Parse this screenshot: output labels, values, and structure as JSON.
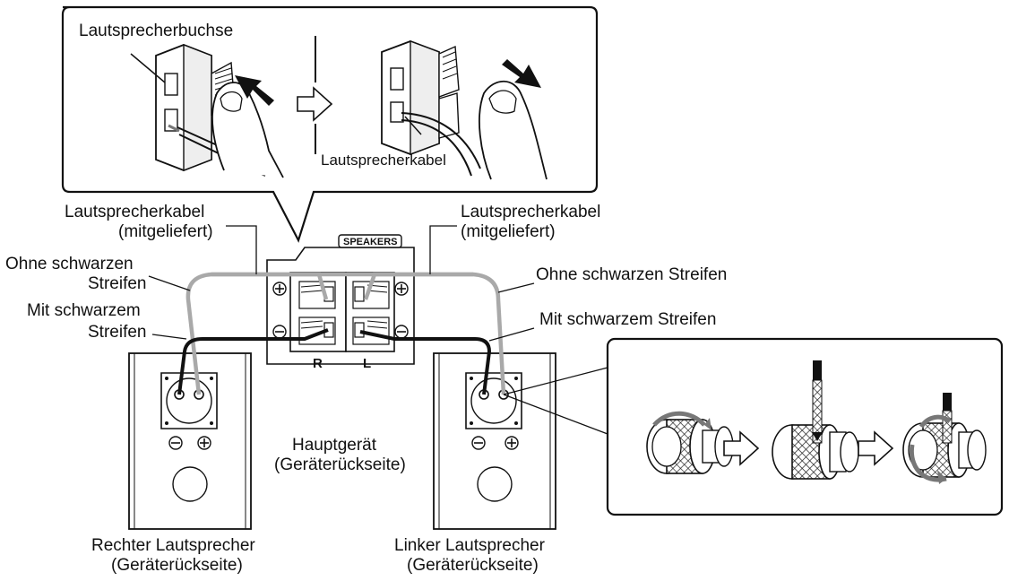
{
  "labels": {
    "jack": "Lautsprecherbuchse",
    "cable_inset": "Lautsprecherkabel",
    "cable_left_1": "Lautsprecherkabel",
    "cable_left_2": "(mitgeliefert)",
    "cable_right_1": "Lautsprecherkabel",
    "cable_right_2": "(mitgeliefert)",
    "no_stripe_left_1": "Ohne schwarzen",
    "no_stripe_left_2": "Streifen",
    "stripe_left_1": "Mit schwarzem",
    "stripe_left_2": "Streifen",
    "no_stripe_right": "Ohne schwarzen Streifen",
    "stripe_right": "Mit schwarzem Streifen",
    "speakers_panel": "SPEAKERS",
    "channel_r": "R",
    "channel_l": "L",
    "main_unit_1": "Hauptgerät",
    "main_unit_2": "(Geräterückseite)",
    "right_speaker_1": "Rechter Lautsprecher",
    "right_speaker_2": "(Geräterückseite)",
    "left_speaker_1": "Linker Lautsprecher",
    "left_speaker_2": "(Geräterückseite)",
    "plus": "+",
    "minus": "−"
  },
  "colors": {
    "line": "#111111",
    "gray_wire": "#a9a9a9",
    "black_wire": "#111111",
    "panel_fill": "#ffffff"
  },
  "icons": [
    "right-arrow-icon",
    "push-arrow-icon",
    "release-arrow-icon",
    "plus-terminal-icon",
    "minus-terminal-icon"
  ]
}
